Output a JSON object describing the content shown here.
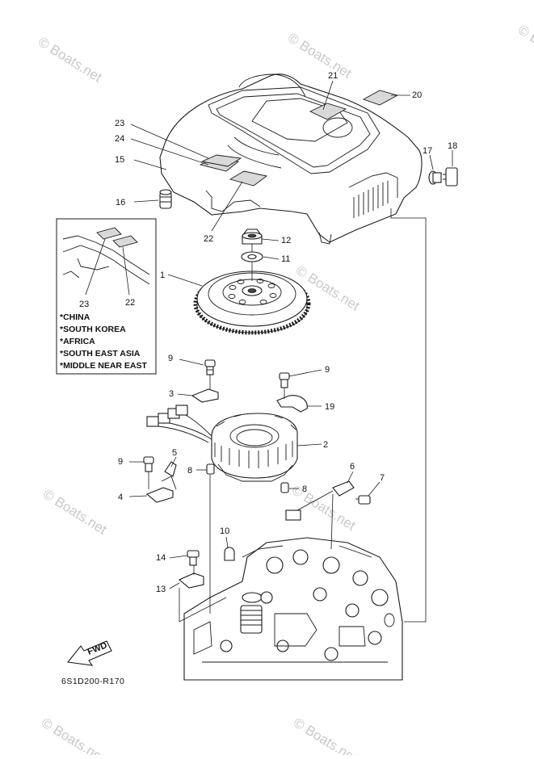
{
  "diagram": {
    "watermark": "© Boats.net",
    "code": "6S1D200-R170",
    "fwd_label": "FWD",
    "inset_notes": [
      "*CHINA",
      "*SOUTH KOREA",
      "*AFRICA",
      "*SOUTH EAST ASIA",
      "*MIDDLE NEAR EAST"
    ],
    "callouts": {
      "c1": "1",
      "c2": "2",
      "c3": "3",
      "c4": "4",
      "c5": "5",
      "c6": "6",
      "c7": "7",
      "c8a": "8",
      "c8b": "8",
      "c9a": "9",
      "c9b": "9",
      "c9c": "9",
      "c10": "10",
      "c11": "11",
      "c12": "12",
      "c13": "13",
      "c14": "14",
      "c15": "15",
      "c16": "16",
      "c17": "17",
      "c18": "18",
      "c19": "19",
      "c20": "20",
      "c21": "21",
      "c22a": "22",
      "c22b": "22",
      "c23a": "23",
      "c23b": "23",
      "c24": "24"
    }
  }
}
